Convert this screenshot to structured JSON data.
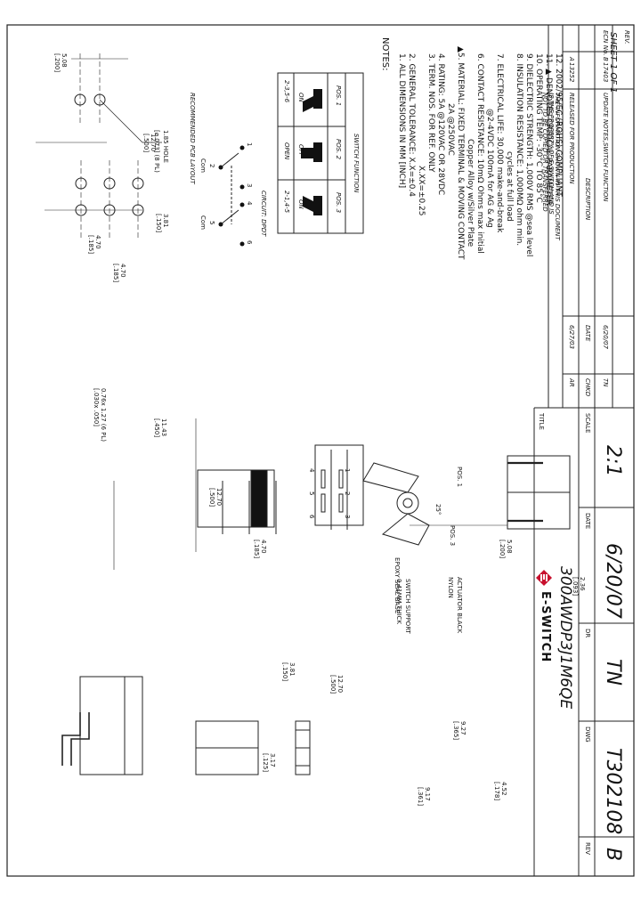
{
  "sheet": "SHEET 1 OF 1",
  "notes": {
    "heading": "NOTES:",
    "items": [
      "1. ALL DIMENSIONS IN MM [INCH]",
      "2. GENERAL TOLERANCE: X.X=±0.4",
      "X.XX=±0.25",
      "3. TERM. NOS. FOR REF. ONLY",
      "4. RATING: 5A @120VAC OR 28VDC",
      "2A @250VAC",
      "▲5. MATERIAL: FIXED TERMINAL & MOVING CONTACT",
      "Copper Alloy w/Silver Plate",
      "6. CONTACT RESISTANCE: 10mΩ Ohms max initial",
      "@2-4VDC 100mA for AG & Ag",
      "7. ELECTRICAL LIFE: 30,000 make-and-break",
      "cycles at full load",
      "8. INSULATION RESISTANCE: 1,000MΩ ohm min.",
      "9. DIELECTRIC STRENGTH: 1,000V RMS @sea level",
      "10. OPERATING TEMP: -30°C TO 85°C",
      "11. ▲ DENOTES CRITICAL PARAMETER",
      "12. 2002/95/EC (ROHS) COMPLIANT"
    ]
  },
  "switch_function": {
    "title": "SWITCH FUNCTION",
    "headers": [
      "POS. 1",
      "POS. 2",
      "POS. 3"
    ],
    "states": [
      "ON",
      "OFF",
      "ON"
    ],
    "connections": [
      "2-3,5-6",
      "OPEN",
      "2-1,4-5"
    ]
  },
  "circuit": {
    "title": "CIRCUIT: DPDT",
    "labels": [
      "1",
      "2",
      "Com",
      "3",
      "4",
      "5",
      "Com",
      "6"
    ]
  },
  "pcb": {
    "title": "RECOMMENDED PCB LAYOUT",
    "hole": "1.85 HOLE",
    "hole_in": "[ø.073] (8 PL)",
    "dims": [
      "5.08",
      "[.200]",
      "12.70",
      "[.500]",
      "3.81",
      "[.150]",
      "4.70",
      "[.185]",
      "4.70",
      "[.185]"
    ]
  },
  "revisions": {
    "headers": [
      "REV.",
      "ECN No.",
      "DESCRIPTION",
      "DATE",
      "CHKD"
    ],
    "rows": [
      {
        "rev": "B",
        "ecn": "17403",
        "desc": "UPDATE NOTES,SWITCH FUNCTION",
        "date": "6/20/07",
        "chkd": "TN"
      },
      {
        "rev": "A",
        "ecn": "13252",
        "desc": "RELEASED FOR PRODUCTION",
        "date": "6/27/03",
        "chkd": "AR"
      }
    ],
    "disclaimer": [
      "THE INFORMATION SHOWN IN THIS DOCUMENT",
      "IS THE PROPERTY OF E-SWITCH AND IS",
      "NOT TO BE COPIED OR TRANSFERRED"
    ]
  },
  "title_block": {
    "title_label": "TITLE",
    "title": "300AWDP3J1M6QE",
    "scale_label": "SCALE",
    "scale": "2:1",
    "date_label": "DATE",
    "date": "6/20/07",
    "dr_label": "DR",
    "dr": "TN",
    "dwg_label": "DWG",
    "dwg": "T302108",
    "rev_label": "REV",
    "rev": "B",
    "logo": "E-SWITCH"
  },
  "views": {
    "side_labels": [
      "POS. 1",
      "POS. 3",
      "25°"
    ],
    "side_dims": [
      "5.08",
      "[.200]",
      "2.36",
      "[.093]"
    ],
    "callouts": [
      "ACTUATOR BLACK",
      "NYLON",
      "SWITCH SUPPORT",
      "0.41MM THICK",
      "EPOXY SEAL BASE"
    ],
    "term_dim": "0.76x 1.27 (6 PL)",
    "term_dim_in": "[.030x .050]",
    "front_dims": [
      "11.43",
      "[.450]",
      "12.70",
      "[.500]",
      "4.70",
      "[.185]"
    ],
    "front_terms": [
      "1",
      "2",
      "3",
      "4",
      "5",
      "6"
    ],
    "bottom_dims": [
      "3.81",
      "[.150]",
      "12.70",
      "[.500]",
      "9.27",
      "[.365]",
      "9.17",
      "[.361]",
      "4.52",
      "[.178]",
      "3.17",
      "[.125]"
    ]
  }
}
